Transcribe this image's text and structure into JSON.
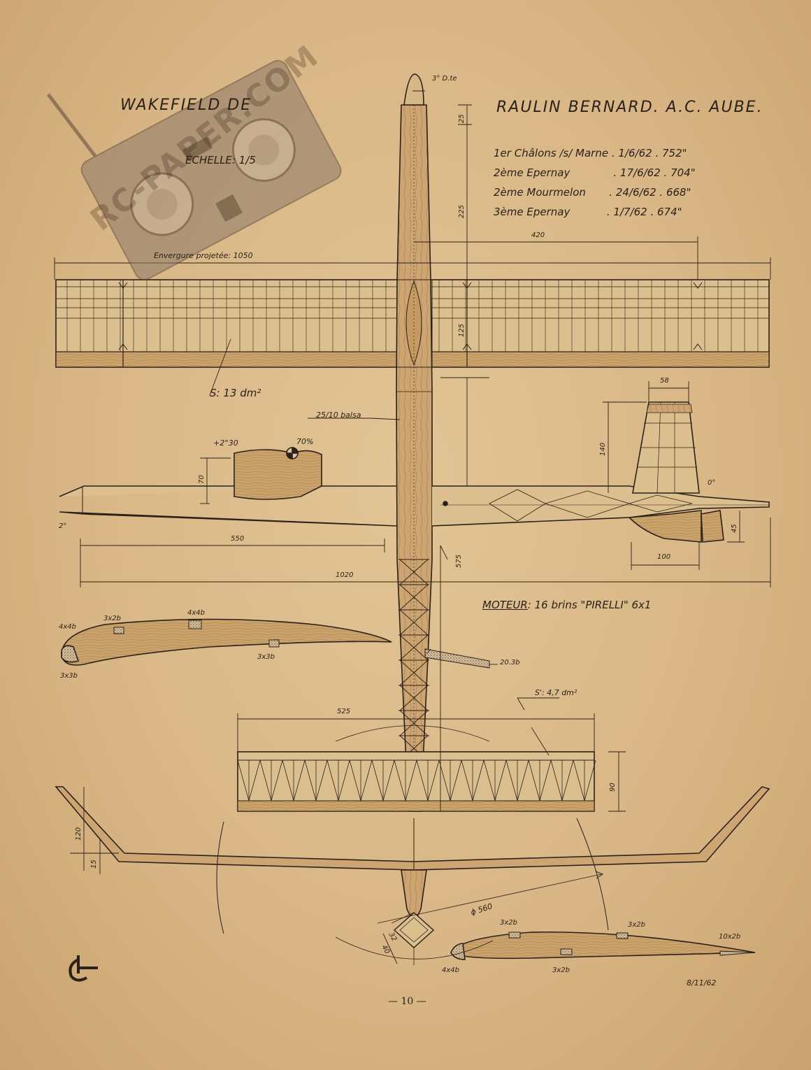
{
  "title": {
    "left": "WAKEFIELD DE",
    "right": "RAULIN BERNARD. A.C. AUBE."
  },
  "scale": "ECHELLE: 1/5",
  "results": [
    {
      "place": "1er",
      "event": "Châlons /s/ Marne",
      "date": "1/6/62",
      "time": "752\""
    },
    {
      "place": "2ème",
      "event": "Epernay",
      "date": "17/6/62",
      "time": "704\""
    },
    {
      "place": "2ème",
      "event": "Mourmelon",
      "date": "24/6/62",
      "time": "668\""
    },
    {
      "place": "3ème",
      "event": "Epernay",
      "date": "1/7/62",
      "time": "674\""
    }
  ],
  "annotations": {
    "nose_thrust": "3° D.te",
    "envergure": "Envergure projetée: 1050",
    "wing_area": "S: 13 dm²",
    "fuselage_material": "25/10 balsa",
    "incidence": "+2°30",
    "cg": "70%",
    "nose_angle": "2°",
    "tail_angle": "0°",
    "motor_label": "MOTEUR",
    "motor": ": 16 brins \"PIRELLI\" 6x1",
    "stab_area": "S': 4,7 dm²",
    "diameter": "ϕ 560",
    "date": "8/11/62",
    "page": "— 10 —"
  },
  "dimensions": {
    "d25": "25",
    "d225": "225",
    "d420": "420",
    "d125": "125",
    "d58": "58",
    "d140": "140",
    "d70": "70",
    "d45": "45",
    "d100": "100",
    "d550": "550",
    "d575": "575",
    "d1020": "1020",
    "d525": "525",
    "d90": "90",
    "d120": "120",
    "d15": "15",
    "d32": "32",
    "d40": "40"
  },
  "spars": {
    "a": "4x4b",
    "b": "3x2b",
    "c": "4x4b",
    "d": "3x3b",
    "e": "3x3b",
    "f": "20.3b",
    "g": "3x2b",
    "h": "3x2b",
    "i": "10x2b",
    "j": "4x4b",
    "k": "3x2b"
  },
  "watermark": "RC-PAPER.COM",
  "colors": {
    "paper": "#d9b98a",
    "ink": "#2b2118",
    "wood": "#c8a06a"
  }
}
